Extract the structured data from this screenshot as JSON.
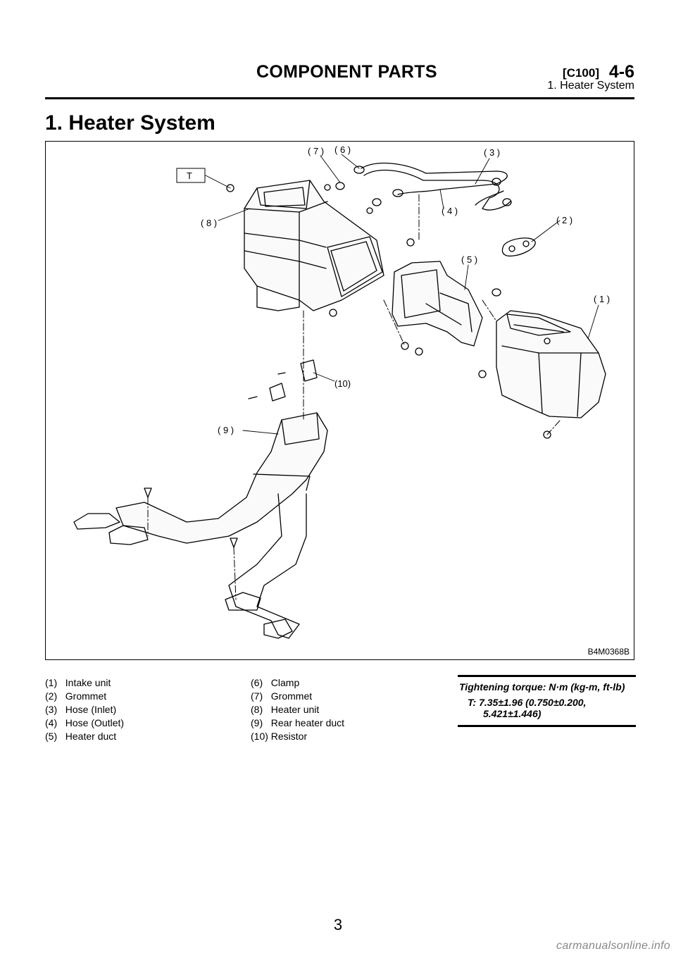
{
  "header": {
    "section": "COMPONENT PARTS",
    "code": "[C100]",
    "chapter": "4-6",
    "subtitle": "1. Heater System"
  },
  "title": "1. Heater System",
  "figure": {
    "id": "B4M0368B",
    "callouts": [
      "(1)",
      "(2)",
      "(3)",
      "(4)",
      "(5)",
      "(6)",
      "(7)",
      "(8)",
      "(9)",
      "(10)",
      "T"
    ]
  },
  "legend": {
    "col1": [
      "(1)   Intake unit",
      "(2)   Grommet",
      "(3)   Hose (Inlet)",
      "(4)   Hose (Outlet)",
      "(5)   Heater duct"
    ],
    "col2": [
      "(6)   Clamp",
      "(7)   Grommet",
      "(8)   Heater unit",
      "(9)   Rear heater duct",
      "(10) Resistor"
    ]
  },
  "torque": {
    "heading": "Tightening torque: N·m (kg-m, ft-lb)",
    "value_line1": "T: 7.35±1.96 (0.750±0.200,",
    "value_line2": "5.421±1.446)"
  },
  "page_number": "3",
  "watermark": "carmanualsonline.info"
}
